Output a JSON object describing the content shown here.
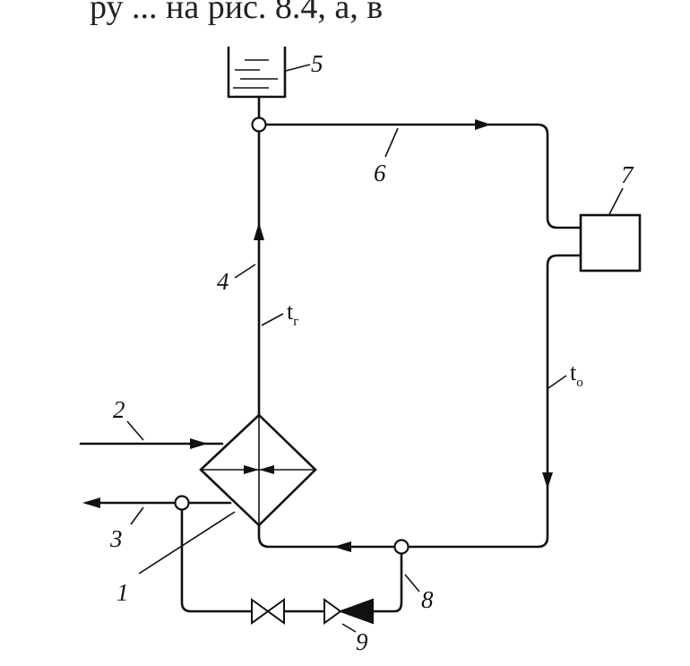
{
  "header": {
    "text": "ру ... на рис. 8.4, а, в"
  },
  "labels": {
    "l1": "1",
    "l2": "2",
    "l3": "3",
    "l4": "4",
    "l5": "5",
    "l6": "6",
    "l7": "7",
    "l8": "8",
    "l9": "9",
    "t_hot": "t",
    "t_hot_sub": "г",
    "t_cold": "t",
    "t_cold_sub": "о"
  }
}
